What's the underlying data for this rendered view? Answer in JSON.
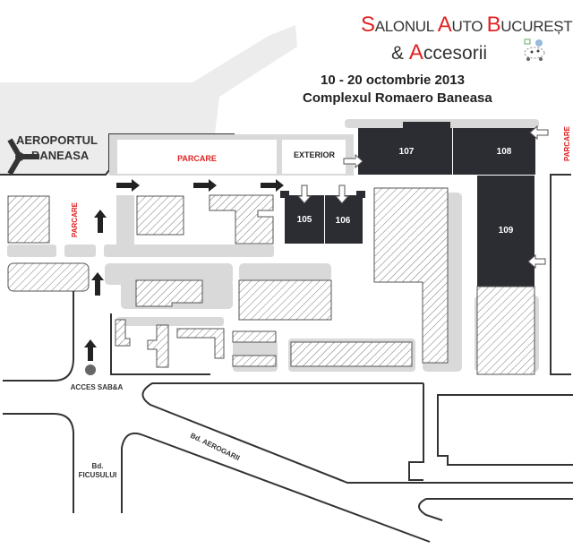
{
  "header": {
    "title_line1": {
      "S": "S",
      "w1": "ALONUL ",
      "A": "A",
      "w2": "UTO ",
      "B": "B",
      "w3": "UCUREȘTI"
    },
    "title_line2": {
      "amp": "& ",
      "A": "A",
      "rest": "ccesorii"
    },
    "dates": "10 - 20 octombrie 2013",
    "venue": "Complexul Romaero Baneasa"
  },
  "map": {
    "airport_line1": "AEROPORTUL",
    "airport_line2": "BANEASA",
    "parking_label": "PARCARE",
    "parking_left_label": "PARCARE",
    "parking_right_label": "PARCARE",
    "exterior_label": "EXTERIOR",
    "halls": [
      "107",
      "108",
      "109",
      "105",
      "106"
    ],
    "access_label": "ACCES SAB&A",
    "street1": "Bd. AEROGARII",
    "street2_line1": "Bd.",
    "street2_line2": "FICUSULUI"
  },
  "colors": {
    "accent": "#e02323",
    "hall": "#2b2d33",
    "area": "#d9d9d9"
  }
}
